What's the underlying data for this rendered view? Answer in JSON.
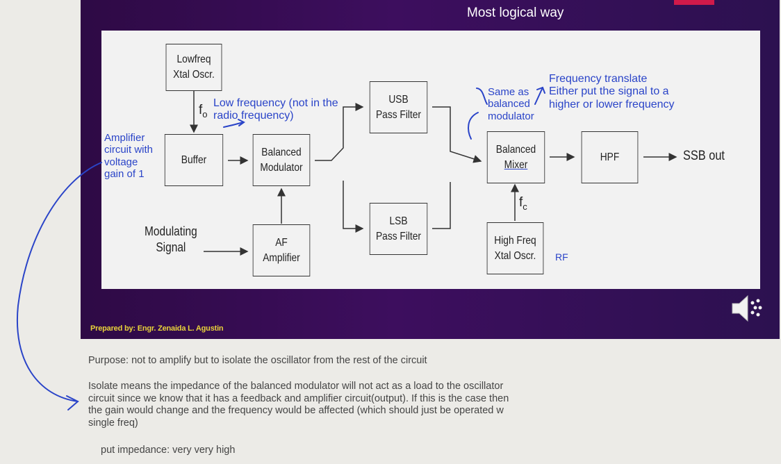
{
  "slide": {
    "title": "Most logical way",
    "credit": "Prepared by: Engr. Zenaida L. Agustin"
  },
  "blocks": {
    "lowfreq_osc": [
      "Lowfreq",
      "Xtal Oscr."
    ],
    "buffer": [
      "Buffer"
    ],
    "balanced_modulator": [
      "Balanced",
      "Modulator"
    ],
    "af_amplifier": [
      "AF",
      "Amplifier"
    ],
    "usb_filter": [
      "USB",
      "Pass Filter"
    ],
    "lsb_filter": [
      "LSB",
      "Pass Filter"
    ],
    "balanced_mixer": [
      "Balanced",
      "Mixer"
    ],
    "high_freq_osc": [
      "High Freq",
      "Xtal Oscr."
    ],
    "hpf": [
      "HPF"
    ]
  },
  "labels": {
    "fo": "f",
    "fo_sub": "o",
    "fc": "f",
    "fc_sub": "c",
    "modulating_signal": [
      "Modulating",
      "Signal"
    ],
    "ssb_out": "SSB out"
  },
  "annotations": {
    "amplifier_note": [
      "Amplifier",
      "circuit with",
      "voltage",
      "gain of 1"
    ],
    "low_freq_note": [
      "Low frequency (not in the",
      "radio frequency)"
    ],
    "same_as_note": [
      "Same as",
      "balanced",
      "modulator"
    ],
    "translate_note": [
      "Frequency translate",
      "Either put the signal to a",
      "higher or lower frequency"
    ],
    "rf": "RF"
  },
  "notes": {
    "purpose": "Purpose: not to amplify but to isolate the oscillator from the rest of the circuit",
    "isolate": [
      "Isolate means the impedance of the balanced modulator will not act as a load to the oscillator",
      "circuit since we know that it has a feedback and amplifier circuit(output). If this is the case then",
      "the gain would change and the frequency would be affected (which should just be operated w",
      "single freq)"
    ],
    "impedance": "put impedance: very very high"
  },
  "icons": {
    "speaker": "speaker-icon"
  },
  "colors": {
    "slide_bg": "#3d0e5e",
    "ink": "#2a44c8",
    "credit": "#e8d23a",
    "red_tab": "#d01a4a"
  }
}
